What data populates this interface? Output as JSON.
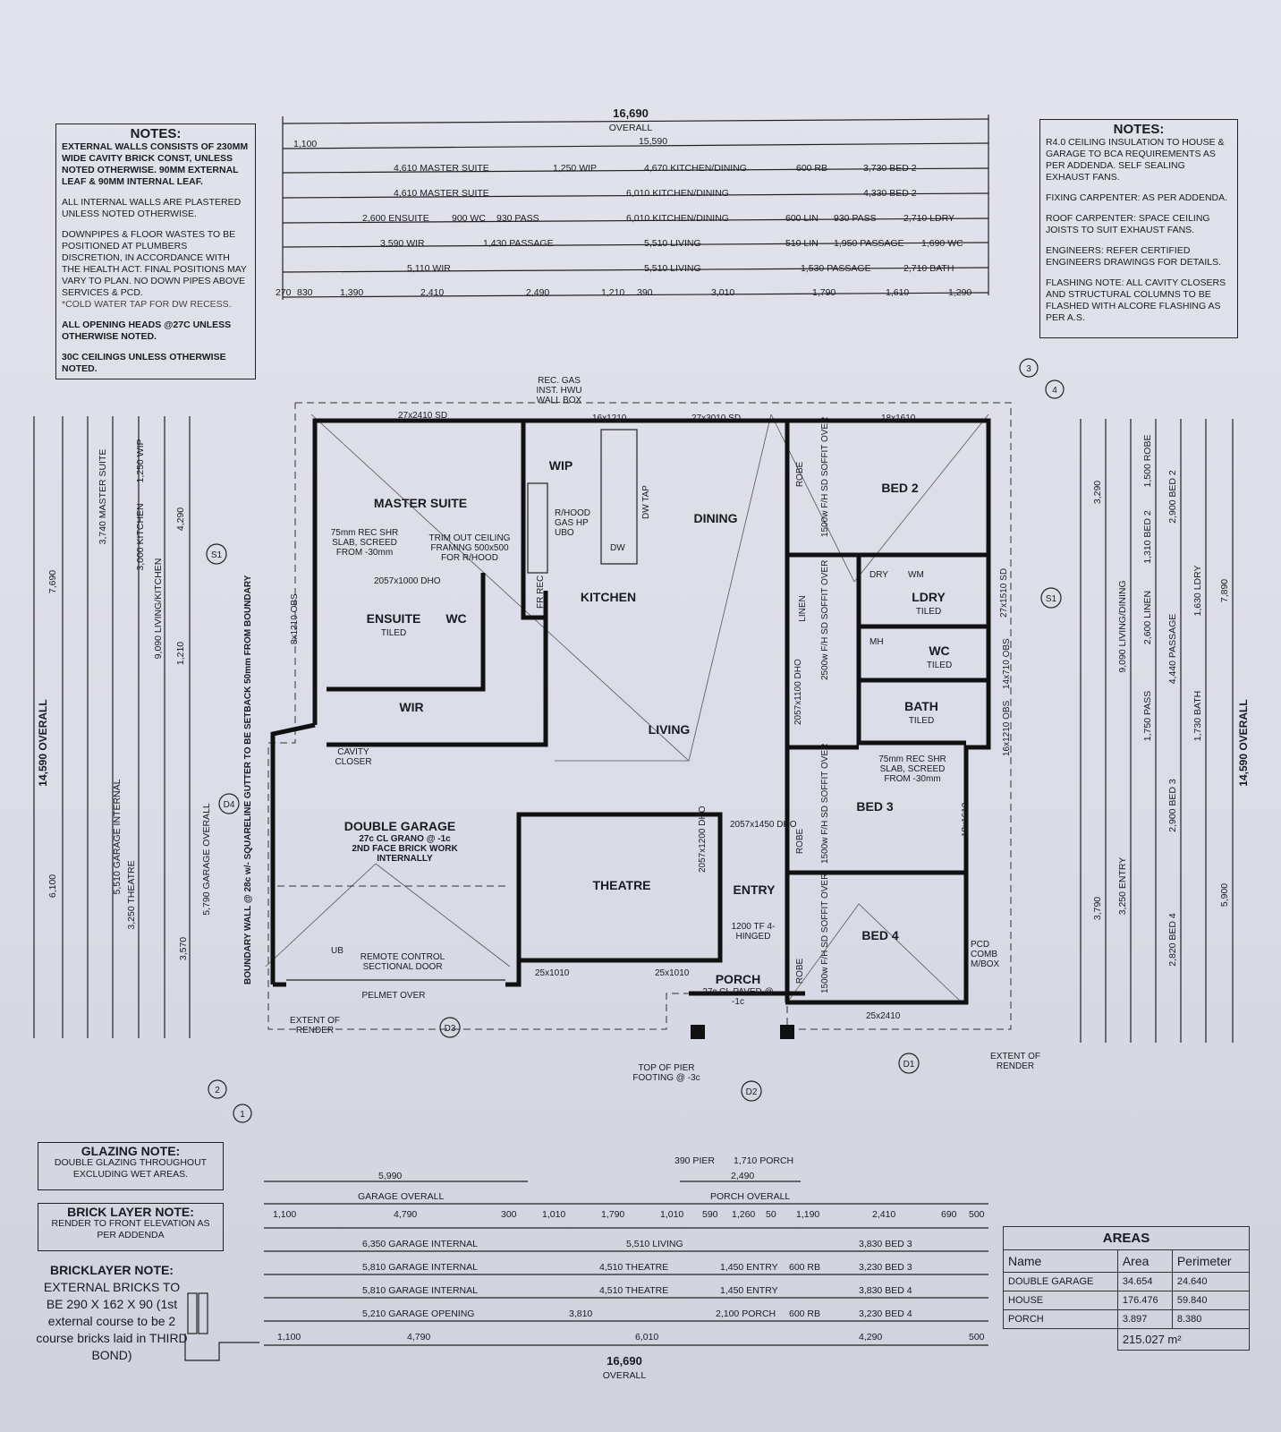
{
  "notes_left": {
    "title": "NOTES:",
    "p1": "EXTERNAL WALLS CONSISTS OF 230mm WIDE CAVITY BRICK CONST, UNLESS NOTED OTHERWISE. 90mm EXTERNAL LEAF & 90mm INTERNAL LEAF.",
    "p2": "ALL INTERNAL WALLS ARE PLASTERED UNLESS NOTED OTHERWISE.",
    "p3": "DOWNPIPES & FLOOR WASTES TO BE POSITIONED AT PLUMBERS DISCRETION, IN ACCORDANCE WITH THE HEALTH ACT. FINAL POSITIONS MAY VARY TO PLAN. NO DOWN PIPES ABOVE SERVICES & PCD.",
    "p3b": "*COLD WATER TAP FOR DW RECESS.",
    "p4": "ALL OPENING HEADS @27c UNLESS OTHERWISE NOTED.",
    "p5": "30c CEILINGS UNLESS OTHERWISE NOTED."
  },
  "notes_right": {
    "title": "NOTES:",
    "p1": "R4.0 CEILING INSULATION TO HOUSE & GARAGE TO BCA REQUIREMENTS AS PER ADDENDA. SELF SEALING EXHAUST FANS.",
    "p2": "FIXING CARPENTER: AS PER ADDENDA.",
    "p3": "ROOF CARPENTER: SPACE CEILING JOISTS TO SUIT EXHAUST FANS.",
    "p4": "ENGINEERS: REFER CERTIFIED ENGINEERS DRAWINGS FOR DETAILS.",
    "p5": "FLASHING NOTE: ALL CAVITY CLOSERS AND STRUCTURAL COLUMNS TO BE FLASHED WITH ALCORE FLASHING AS PER A.S."
  },
  "glazing": {
    "title": "GLAZING NOTE:",
    "text": "DOUBLE GLAZING THROUGHOUT EXCLUDING WET AREAS."
  },
  "brick_layer": {
    "title": "BRICK LAYER NOTE:",
    "text": "RENDER TO FRONT ELEVATION AS PER ADDENDA"
  },
  "bricklayer": {
    "title": "BRICKLAYER NOTE:",
    "text": "EXTERNAL BRICKS TO BE 290 X 162 X 90 (1st external course to be 2 course bricks laid in THIRD BOND)"
  },
  "areas": {
    "title": "AREAS",
    "headers": [
      "Name",
      "Area",
      "Perimeter"
    ],
    "rows": [
      [
        "DOUBLE GARAGE",
        "34.654",
        "24.640"
      ],
      [
        "HOUSE",
        "176.476",
        "59.840"
      ],
      [
        "PORCH",
        "3.897",
        "8.380"
      ]
    ],
    "total": "215.027 m²"
  },
  "rooms": [
    "MASTER SUITE",
    "ENSUITE",
    "WC",
    "WIR",
    "WIP",
    "KITCHEN",
    "DINING",
    "LIVING",
    "THEATRE",
    "DOUBLE GARAGE",
    "ENTRY",
    "PORCH",
    "BED 2",
    "BED 3",
    "BED 4",
    "LDRY",
    "WC",
    "BATH",
    "ROBE",
    "ROBE",
    "ROBE",
    "LINEN",
    "DRY",
    "WM"
  ],
  "room_notes": {
    "tiled": "TILED",
    "shr_slab": "75mm REC SHR SLAB, SCREED FROM -30mm",
    "trim_out": "TRIM OUT CEILING FRAMING 500x500 FOR R/HOOD",
    "rec_gas": "REC. GAS INST. HWU WALL BOX",
    "garage_spec": "27c CL GRANO @ -1c 2ND FACE BRICK WORK INTERNALLY",
    "remote": "REMOTE CONTROL SECTIONAL DOOR",
    "pelmet": "PELMET OVER",
    "porch_spec": "27c CL PAVED @ -1c",
    "pier": "TOP OF PIER FOOTING @ -3c",
    "boundary": "BOUNDARY WALL @ 28c w/- SQUARELINE GUTTER TO BE SETBACK 50mm FROM BOUNDARY",
    "render": "EXTENT OF RENDER",
    "cavity": "CAVITY CLOSER",
    "soffit": "1500w F/H SD SOFFIT OVER",
    "soffit2": "2500w F/H SD SOFFIT OVER",
    "door1200": "1200 TF 4-HINGED",
    "gas_hp": "R/HOOD GAS HP UBO",
    "fr_rec": "FR REC",
    "dw": "DW",
    "dw_tap": "DW TAP",
    "pcd": "PCD COMB M/BOX",
    "ub": "UB",
    "mh": "MH"
  },
  "windows": [
    "27x2410 SD",
    "16x1210",
    "27x3010 SD",
    "18x1610",
    "27x1510 SD",
    "14x710 OBS",
    "16x1210 OBS",
    "18x1610",
    "25x2410",
    "25x1010",
    "25x1010",
    "8x1210 OBS",
    "2057x1000 DHO",
    "2057x1450 DHO",
    "2057x1200 DHO",
    "2057x1100 DHO"
  ],
  "markers": [
    "S1",
    "S1",
    "D1",
    "D2",
    "D3",
    "D4",
    "1",
    "2",
    "3",
    "4"
  ],
  "top_dims": {
    "overall": "16,690",
    "overall_label": "OVERALL",
    "sub": "15,590",
    "offset": "1,100",
    "rows": [
      [
        "4,610 MASTER SUITE",
        "1,250 WIP",
        "4,670 KITCHEN/DINING",
        "600 RB",
        "3,730 BED 2"
      ],
      [
        "4,610 MASTER SUITE",
        "6,010 KITCHEN/DINING",
        "4,330 BED 2"
      ],
      [
        "2,600 ENSUITE",
        "900 WC",
        "930 PASS",
        "6,010 KITCHEN/DINING",
        "600 LIN",
        "930 PASS",
        "2,710 LDRY"
      ],
      [
        "3,590 WIR",
        "1,430 PASSAGE",
        "5,510 LIVING",
        "510 LIN",
        "1,950 PASSAGE",
        "1,690 WC"
      ],
      [
        "5,110 WIR",
        "5,510 LIVING",
        "1,530 PASSAGE",
        "2,710 BATH"
      ]
    ],
    "last": [
      "270",
      "830",
      "1,390",
      "2,410",
      "2,490",
      "1,210",
      "390",
      "3,010",
      "1,790",
      "1,610",
      "1,290"
    ]
  },
  "bottom_dims": {
    "overall": "16,690",
    "overall_label": "OVERALL",
    "garage_overall": "5,990",
    "garage_overall_label": "GARAGE OVERALL",
    "porch_overall": "2,490",
    "porch_overall_label": "PORCH OVERALL",
    "porch": "1,710 PORCH",
    "pier": "390 PIER",
    "rows": [
      [
        "1,100",
        "4,790",
        "300",
        "1,010",
        "1,790",
        "1,010",
        "590",
        "1,260",
        "50",
        "1,190",
        "2,410",
        "690",
        "500"
      ],
      [
        "6,350 GARAGE INTERNAL",
        "5,510 LIVING",
        "3,830 BED 3"
      ],
      [
        "5,810 GARAGE INTERNAL",
        "4,510 THEATRE",
        "1,450 ENTRY",
        "600 RB",
        "3,230 BED 3"
      ],
      [
        "5,810 GARAGE INTERNAL",
        "4,510 THEATRE",
        "1,450 ENTRY",
        "3,830 BED 4"
      ],
      [
        "5,210 GARAGE OPENING",
        "3,810",
        "2,100 PORCH",
        "600 RB",
        "3,230 BED 4"
      ],
      [
        "1,100",
        "4,790",
        "6,010",
        "4,290",
        "500"
      ]
    ]
  },
  "side_dims": {
    "left_overall": "14,590 OVERALL",
    "left_sub": "7,690",
    "left_lower": "6,100",
    "right_overall": "14,590 OVERALL",
    "right_sub": "7,890",
    "right_lower": "5,900",
    "left_labels": [
      "3,740 MASTER SUITE",
      "1,250 WIP",
      "3,000 KITCHEN",
      "4,290",
      "1,210",
      "9,090 LIVING/KITCHEN",
      "5,510 GARAGE INTERNAL",
      "3,250 THEATRE",
      "5,790 GARAGE OVERALL",
      "3,570"
    ],
    "right_labels": [
      "3,290",
      "1,500 ROBE",
      "2,900 BED 2",
      "1,310 BED 2",
      "1,630 LDRY",
      "9,090 LIVING/DINING",
      "2,600 LINEN",
      "4,440 PASSAGE",
      "1,750 PASS",
      "1,730 BATH",
      "3,790",
      "2,900 BED 3",
      "3,250 ENTRY",
      "2,820 BED 4"
    ]
  }
}
